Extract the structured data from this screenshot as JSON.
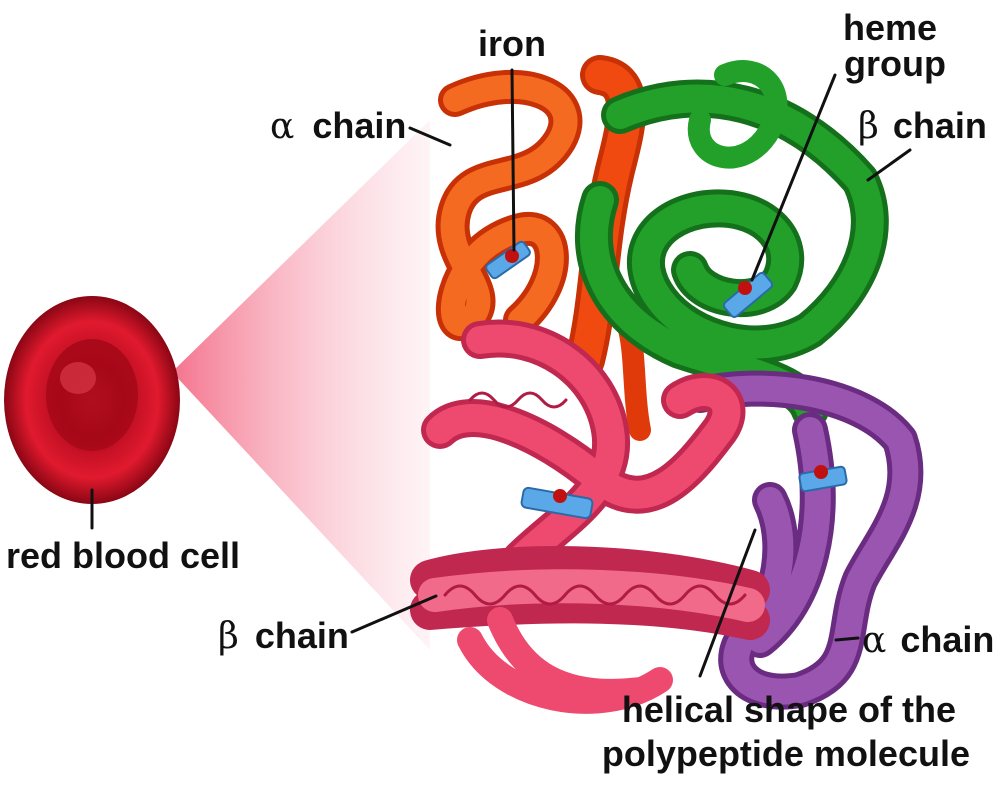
{
  "labels": {
    "iron": "iron",
    "heme_line1": "heme",
    "heme_line2": "group",
    "alpha_top_symbol": "α",
    "alpha_top_word": "chain",
    "beta_top_symbol": "β",
    "beta_top_word": "chain",
    "red_blood_cell": "red blood cell",
    "beta_bottom_symbol": "β",
    "beta_bottom_word": "chain",
    "alpha_bottom_symbol": "α",
    "alpha_bottom_word": "chain",
    "helical_line1": "helical shape of the",
    "helical_line2": "polypeptide molecule"
  },
  "colors": {
    "alpha_top_chain": "#f04a10",
    "beta_top_chain": "#22a02a",
    "beta_bottom_chain": "#ee4a70",
    "alpha_bottom_chain": "#9a55b0",
    "red_blood_cell": "#d4102a",
    "heme_group": "#5aa8e8",
    "iron": "#c01010"
  }
}
